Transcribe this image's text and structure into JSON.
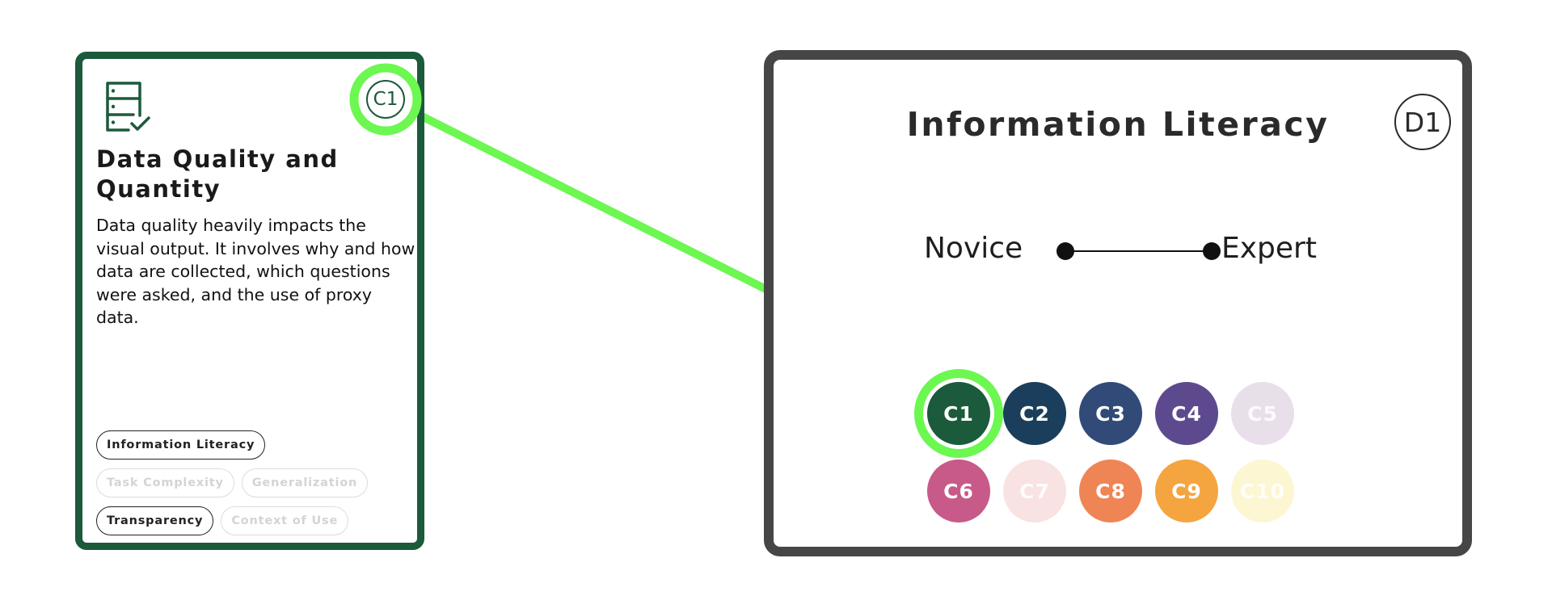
{
  "card": {
    "icon": "database-check-icon",
    "badge": "C1",
    "title": "Data Quality and Quantity",
    "description": "Data quality heavily impacts the visual output. It involves why and how data are collected, which questions were asked, and the use of proxy data.",
    "tags": [
      {
        "label": "Information Literacy",
        "active": true
      },
      {
        "label": "Task Complexity",
        "active": false
      },
      {
        "label": "Generalization",
        "active": false
      },
      {
        "label": "Transparency",
        "active": true
      },
      {
        "label": "Context of Use",
        "active": false
      }
    ]
  },
  "panel": {
    "title": "Information Literacy",
    "badge": "D1",
    "scale": {
      "low": "Novice",
      "high": "Expert"
    },
    "chips": [
      {
        "label": "C1",
        "color": "#1b5a3a",
        "faded": false
      },
      {
        "label": "C2",
        "color": "#1a3e5c",
        "faded": false
      },
      {
        "label": "C3",
        "color": "#314a78",
        "faded": false
      },
      {
        "label": "C4",
        "color": "#5d4a8e",
        "faded": false
      },
      {
        "label": "C5",
        "color": "#e9dfeb",
        "faded": true
      },
      {
        "label": "C6",
        "color": "#c75a88",
        "faded": false
      },
      {
        "label": "C7",
        "color": "#f9e2e2",
        "faded": true
      },
      {
        "label": "C8",
        "color": "#ef8555",
        "faded": false
      },
      {
        "label": "C9",
        "color": "#f4a53f",
        "faded": false
      },
      {
        "label": "C10",
        "color": "#fcf6d2",
        "faded": true
      }
    ]
  },
  "colors": {
    "highlight": "#6cf751",
    "card_border": "#1b5a3a",
    "panel_border": "#464646"
  }
}
